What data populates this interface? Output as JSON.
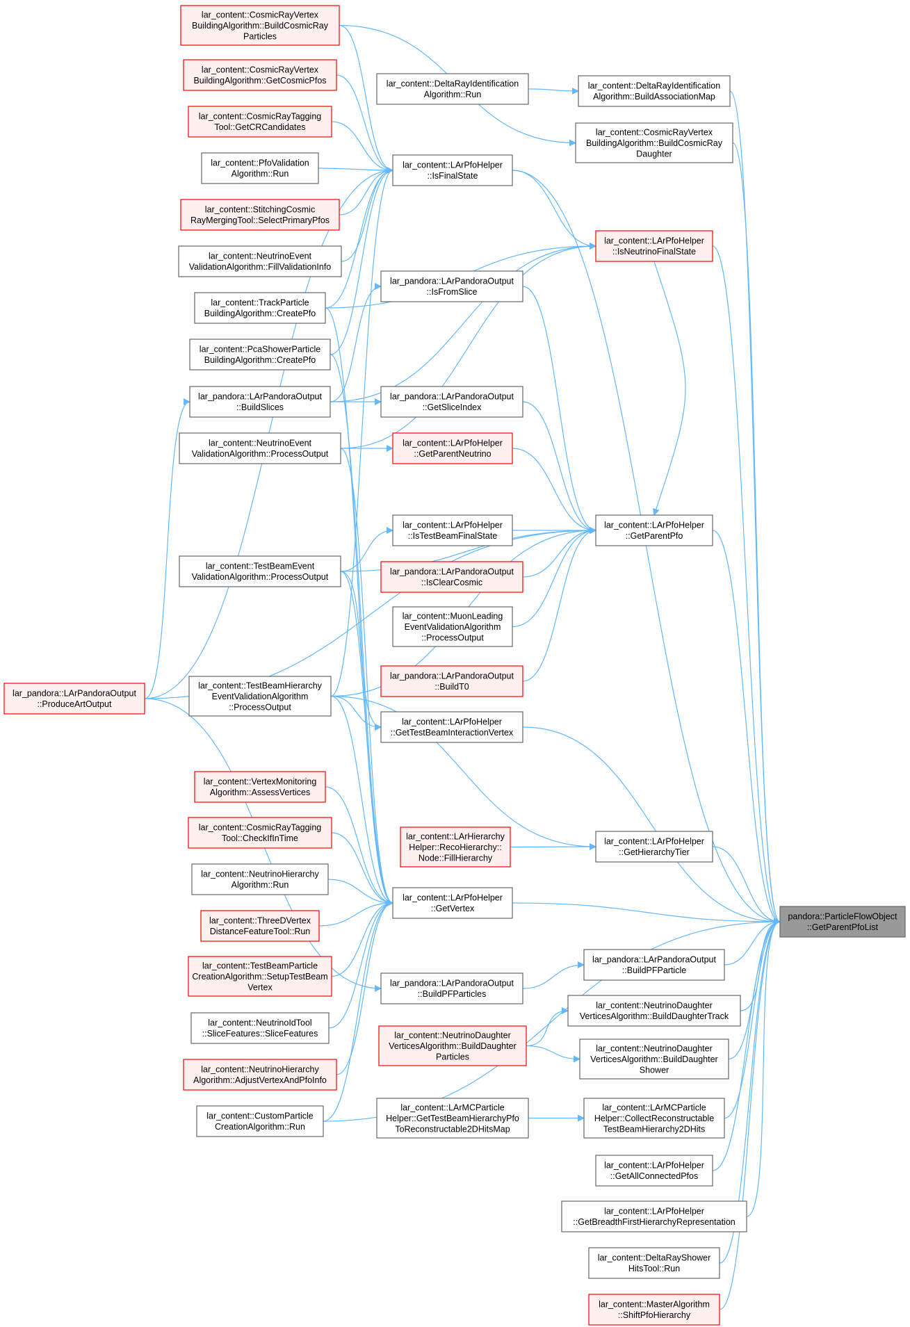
{
  "colors": {
    "edge": "#63b8ff",
    "plain_fill": "#ffffff",
    "plain_border": "#666666",
    "red_fill": "#fff0f0",
    "red_border": "#ff0000",
    "target_fill": "#999999",
    "target_border": "#666666"
  },
  "nodes": [
    {
      "id": "n1",
      "lines": [
        "lar_content::CosmicRayVertex",
        "BuildingAlgorithm::BuildCosmicRay",
        "Particles"
      ],
      "style": "red"
    },
    {
      "id": "n2",
      "lines": [
        "lar_content::CosmicRayVertex",
        "BuildingAlgorithm::GetCosmicPfos"
      ],
      "style": "red"
    },
    {
      "id": "n3",
      "lines": [
        "lar_content::CosmicRayTagging",
        "Tool::GetCRCandidates"
      ],
      "style": "red"
    },
    {
      "id": "n4",
      "lines": [
        "lar_content::PfoValidation",
        "Algorithm::Run"
      ],
      "style": "plain"
    },
    {
      "id": "n5",
      "lines": [
        "lar_content::StitchingCosmic",
        "RayMergingTool::SelectPrimaryPfos"
      ],
      "style": "red"
    },
    {
      "id": "n6",
      "lines": [
        "lar_content::NeutrinoEvent",
        "ValidationAlgorithm::FillValidationInfo"
      ],
      "style": "plain"
    },
    {
      "id": "n7",
      "lines": [
        "lar_content::TrackParticle",
        "BuildingAlgorithm::CreatePfo"
      ],
      "style": "plain"
    },
    {
      "id": "n8",
      "lines": [
        "lar_content::PcaShowerParticle",
        "BuildingAlgorithm::CreatePfo"
      ],
      "style": "plain"
    },
    {
      "id": "n9",
      "lines": [
        "lar_pandora::LArPandoraOutput",
        "::BuildSlices"
      ],
      "style": "plain"
    },
    {
      "id": "n10",
      "lines": [
        "lar_content::NeutrinoEvent",
        "ValidationAlgorithm::ProcessOutput"
      ],
      "style": "plain"
    },
    {
      "id": "n11",
      "lines": [
        "lar_content::TestBeamEvent",
        "ValidationAlgorithm::ProcessOutput"
      ],
      "style": "plain"
    },
    {
      "id": "n12",
      "lines": [
        "lar_pandora::LArPandoraOutput",
        "::ProduceArtOutput"
      ],
      "style": "red"
    },
    {
      "id": "n13",
      "lines": [
        "lar_content::TestBeamHierarchy",
        "EventValidationAlgorithm",
        "::ProcessOutput"
      ],
      "style": "plain"
    },
    {
      "id": "n14",
      "lines": [
        "lar_content::VertexMonitoring",
        "Algorithm::AssessVertices"
      ],
      "style": "red"
    },
    {
      "id": "n15",
      "lines": [
        "lar_content::CosmicRayTagging",
        "Tool::CheckIfInTime"
      ],
      "style": "red"
    },
    {
      "id": "n16",
      "lines": [
        "lar_content::NeutrinoHierarchy",
        "Algorithm::Run"
      ],
      "style": "plain"
    },
    {
      "id": "n17",
      "lines": [
        "lar_content::ThreeDVertex",
        "DistanceFeatureTool::Run"
      ],
      "style": "red"
    },
    {
      "id": "n18",
      "lines": [
        "lar_content::TestBeamParticle",
        "CreationAlgorithm::SetupTestBeam",
        "Vertex"
      ],
      "style": "red"
    },
    {
      "id": "n19",
      "lines": [
        "lar_content::NeutrinoIdTool",
        "::SliceFeatures::SliceFeatures"
      ],
      "style": "plain"
    },
    {
      "id": "n20",
      "lines": [
        "lar_content::NeutrinoHierarchy",
        "Algorithm::AdjustVertexAndPfoInfo"
      ],
      "style": "red"
    },
    {
      "id": "n21",
      "lines": [
        "lar_content::CustomParticle",
        "CreationAlgorithm::Run"
      ],
      "style": "plain"
    },
    {
      "id": "n22",
      "lines": [
        "lar_content::DeltaRayIdentification",
        "Algorithm::Run"
      ],
      "style": "plain"
    },
    {
      "id": "n23",
      "lines": [
        "lar_content::LArPfoHelper",
        "::IsFinalState"
      ],
      "style": "plain"
    },
    {
      "id": "n24",
      "lines": [
        "lar_pandora::LArPandoraOutput",
        "::IsFromSlice"
      ],
      "style": "plain"
    },
    {
      "id": "n25",
      "lines": [
        "lar_pandora::LArPandoraOutput",
        "::GetSliceIndex"
      ],
      "style": "plain"
    },
    {
      "id": "n26",
      "lines": [
        "lar_content::LArPfoHelper",
        "::GetParentNeutrino"
      ],
      "style": "red"
    },
    {
      "id": "n27",
      "lines": [
        "lar_content::LArPfoHelper",
        "::IsTestBeamFinalState"
      ],
      "style": "plain"
    },
    {
      "id": "n28",
      "lines": [
        "lar_pandora::LArPandoraOutput",
        "::IsClearCosmic"
      ],
      "style": "red"
    },
    {
      "id": "n29",
      "lines": [
        "lar_content::MuonLeading",
        "EventValidationAlgorithm",
        "::ProcessOutput"
      ],
      "style": "plain"
    },
    {
      "id": "n30",
      "lines": [
        "lar_pandora::LArPandoraOutput",
        "::BuildT0"
      ],
      "style": "red"
    },
    {
      "id": "n31",
      "lines": [
        "lar_content::LArPfoHelper",
        "::GetTestBeamInteractionVertex"
      ],
      "style": "plain"
    },
    {
      "id": "n32",
      "lines": [
        "lar_content::LArHierarchy",
        "Helper::RecoHierarchy::",
        "Node::FillHierarchy"
      ],
      "style": "red"
    },
    {
      "id": "n33",
      "lines": [
        "lar_content::LArPfoHelper",
        "::GetVertex"
      ],
      "style": "plain"
    },
    {
      "id": "n34",
      "lines": [
        "lar_pandora::LArPandoraOutput",
        "::BuildPFParticles"
      ],
      "style": "plain"
    },
    {
      "id": "n35",
      "lines": [
        "lar_content::NeutrinoDaughter",
        "VerticesAlgorithm::BuildDaughter",
        "Particles"
      ],
      "style": "red"
    },
    {
      "id": "n36",
      "lines": [
        "lar_content::LArMCParticle",
        "Helper::GetTestBeamHierarchyPfo",
        "ToReconstructable2DHitsMap"
      ],
      "style": "plain"
    },
    {
      "id": "n37",
      "lines": [
        "lar_content::DeltaRayIdentification",
        "Algorithm::BuildAssociationMap"
      ],
      "style": "plain"
    },
    {
      "id": "n38",
      "lines": [
        "lar_content::CosmicRayVertex",
        "BuildingAlgorithm::BuildCosmicRay",
        "Daughter"
      ],
      "style": "plain"
    },
    {
      "id": "n39",
      "lines": [
        "lar_content::LArPfoHelper",
        "::IsNeutrinoFinalState"
      ],
      "style": "red"
    },
    {
      "id": "n40",
      "lines": [
        "lar_content::LArPfoHelper",
        "::GetParentPfo"
      ],
      "style": "plain"
    },
    {
      "id": "n41",
      "lines": [
        "lar_content::LArPfoHelper",
        "::GetHierarchyTier"
      ],
      "style": "plain"
    },
    {
      "id": "n42",
      "lines": [
        "lar_pandora::LArPandoraOutput",
        "::BuildPFParticle"
      ],
      "style": "plain"
    },
    {
      "id": "n43",
      "lines": [
        "lar_content::NeutrinoDaughter",
        "VerticesAlgorithm::BuildDaughterTrack"
      ],
      "style": "plain"
    },
    {
      "id": "n44",
      "lines": [
        "lar_content::NeutrinoDaughter",
        "VerticesAlgorithm::BuildDaughter",
        "Shower"
      ],
      "style": "plain"
    },
    {
      "id": "n45",
      "lines": [
        "lar_content::LArMCParticle",
        "Helper::CollectReconstructable",
        "TestBeamHierarchy2DHits"
      ],
      "style": "plain"
    },
    {
      "id": "n46",
      "lines": [
        "lar_content::LArPfoHelper",
        "::GetAllConnectedPfos"
      ],
      "style": "plain"
    },
    {
      "id": "n47",
      "lines": [
        "lar_content::LArPfoHelper",
        "::GetBreadthFirstHierarchyRepresentation"
      ],
      "style": "plain"
    },
    {
      "id": "n48",
      "lines": [
        "lar_content::DeltaRayShower",
        "HitsTool::Run"
      ],
      "style": "plain"
    },
    {
      "id": "n49",
      "lines": [
        "lar_content::MasterAlgorithm",
        "::ShiftPfoHierarchy"
      ],
      "style": "red"
    },
    {
      "id": "n50",
      "lines": [
        "pandora::ParticleFlowObject",
        "::GetParentPfoList"
      ],
      "style": "target"
    }
  ],
  "edges": [
    [
      "n1",
      "n23"
    ],
    [
      "n2",
      "n23"
    ],
    [
      "n3",
      "n23"
    ],
    [
      "n4",
      "n23"
    ],
    [
      "n5",
      "n23"
    ],
    [
      "n6",
      "n23"
    ],
    [
      "n7",
      "n23"
    ],
    [
      "n8",
      "n23"
    ],
    [
      "n12",
      "n23"
    ],
    [
      "n13",
      "n23"
    ],
    [
      "n7",
      "n39"
    ],
    [
      "n9",
      "n39"
    ],
    [
      "n10",
      "n39"
    ],
    [
      "n23",
      "n39"
    ],
    [
      "n9",
      "n24"
    ],
    [
      "n9",
      "n25"
    ],
    [
      "n10",
      "n26"
    ],
    [
      "n11",
      "n27"
    ],
    [
      "n11",
      "n40"
    ],
    [
      "n13",
      "n40"
    ],
    [
      "n13",
      "n31"
    ],
    [
      "n12",
      "n40"
    ],
    [
      "n24",
      "n40"
    ],
    [
      "n25",
      "n40"
    ],
    [
      "n26",
      "n40"
    ],
    [
      "n27",
      "n40"
    ],
    [
      "n28",
      "n40"
    ],
    [
      "n29",
      "n40"
    ],
    [
      "n30",
      "n40"
    ],
    [
      "n39",
      "n40"
    ],
    [
      "n11",
      "n31"
    ],
    [
      "n13",
      "n41"
    ],
    [
      "n32",
      "n41"
    ],
    [
      "n7",
      "n33"
    ],
    [
      "n8",
      "n33"
    ],
    [
      "n10",
      "n33"
    ],
    [
      "n11",
      "n33"
    ],
    [
      "n13",
      "n33"
    ],
    [
      "n14",
      "n33"
    ],
    [
      "n15",
      "n33"
    ],
    [
      "n16",
      "n33"
    ],
    [
      "n17",
      "n33"
    ],
    [
      "n18",
      "n33"
    ],
    [
      "n19",
      "n33"
    ],
    [
      "n20",
      "n33"
    ],
    [
      "n21",
      "n33"
    ],
    [
      "n12",
      "n9"
    ],
    [
      "n12",
      "n34"
    ],
    [
      "n21",
      "n50"
    ],
    [
      "n22",
      "n37"
    ],
    [
      "n1",
      "n38"
    ],
    [
      "n35",
      "n43"
    ],
    [
      "n35",
      "n44"
    ],
    [
      "n36",
      "n45"
    ],
    [
      "n37",
      "n50"
    ],
    [
      "n38",
      "n50"
    ],
    [
      "n23",
      "n50"
    ],
    [
      "n39",
      "n50"
    ],
    [
      "n40",
      "n50"
    ],
    [
      "n31",
      "n50"
    ],
    [
      "n41",
      "n50"
    ],
    [
      "n33",
      "n50"
    ],
    [
      "n42",
      "n50"
    ],
    [
      "n34",
      "n42"
    ],
    [
      "n43",
      "n50"
    ],
    [
      "n44",
      "n50"
    ],
    [
      "n45",
      "n50"
    ],
    [
      "n46",
      "n50"
    ],
    [
      "n47",
      "n50"
    ],
    [
      "n48",
      "n50"
    ],
    [
      "n49",
      "n50"
    ]
  ]
}
